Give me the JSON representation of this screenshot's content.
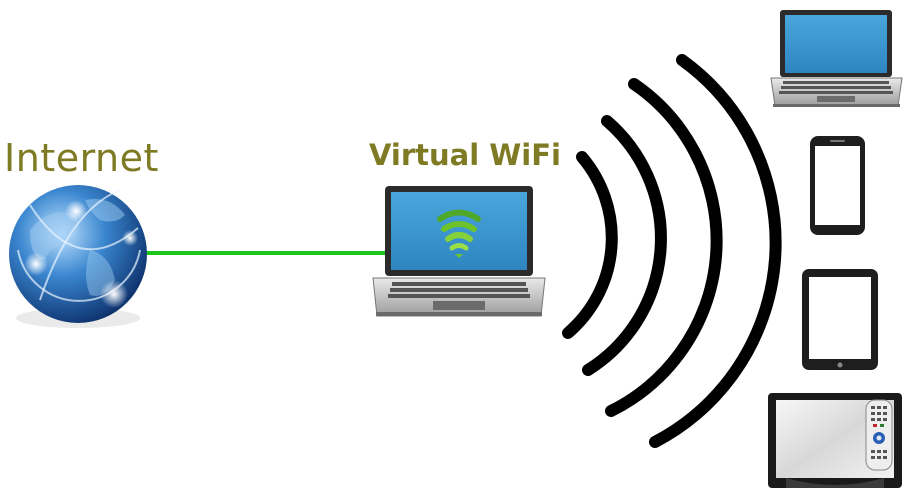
{
  "labels": {
    "internet": "Internet",
    "virtual_wifi": "Virtual WiFi"
  },
  "colors": {
    "label_olive": "#7f7a24",
    "link_green": "#1cc41c",
    "screen_blue": "#3d9ad1",
    "wifi_green": "#6ec22a",
    "wave_black": "#000000"
  },
  "nodes": [
    {
      "id": "globe",
      "icon": "globe-icon"
    },
    {
      "id": "host-laptop",
      "icon": "laptop-icon"
    },
    {
      "id": "client-laptop",
      "icon": "laptop-icon"
    },
    {
      "id": "client-phone",
      "icon": "smartphone-icon"
    },
    {
      "id": "client-tablet",
      "icon": "tablet-icon"
    },
    {
      "id": "client-tv",
      "icon": "tv-icon"
    },
    {
      "id": "remote",
      "icon": "remote-control-icon"
    }
  ]
}
